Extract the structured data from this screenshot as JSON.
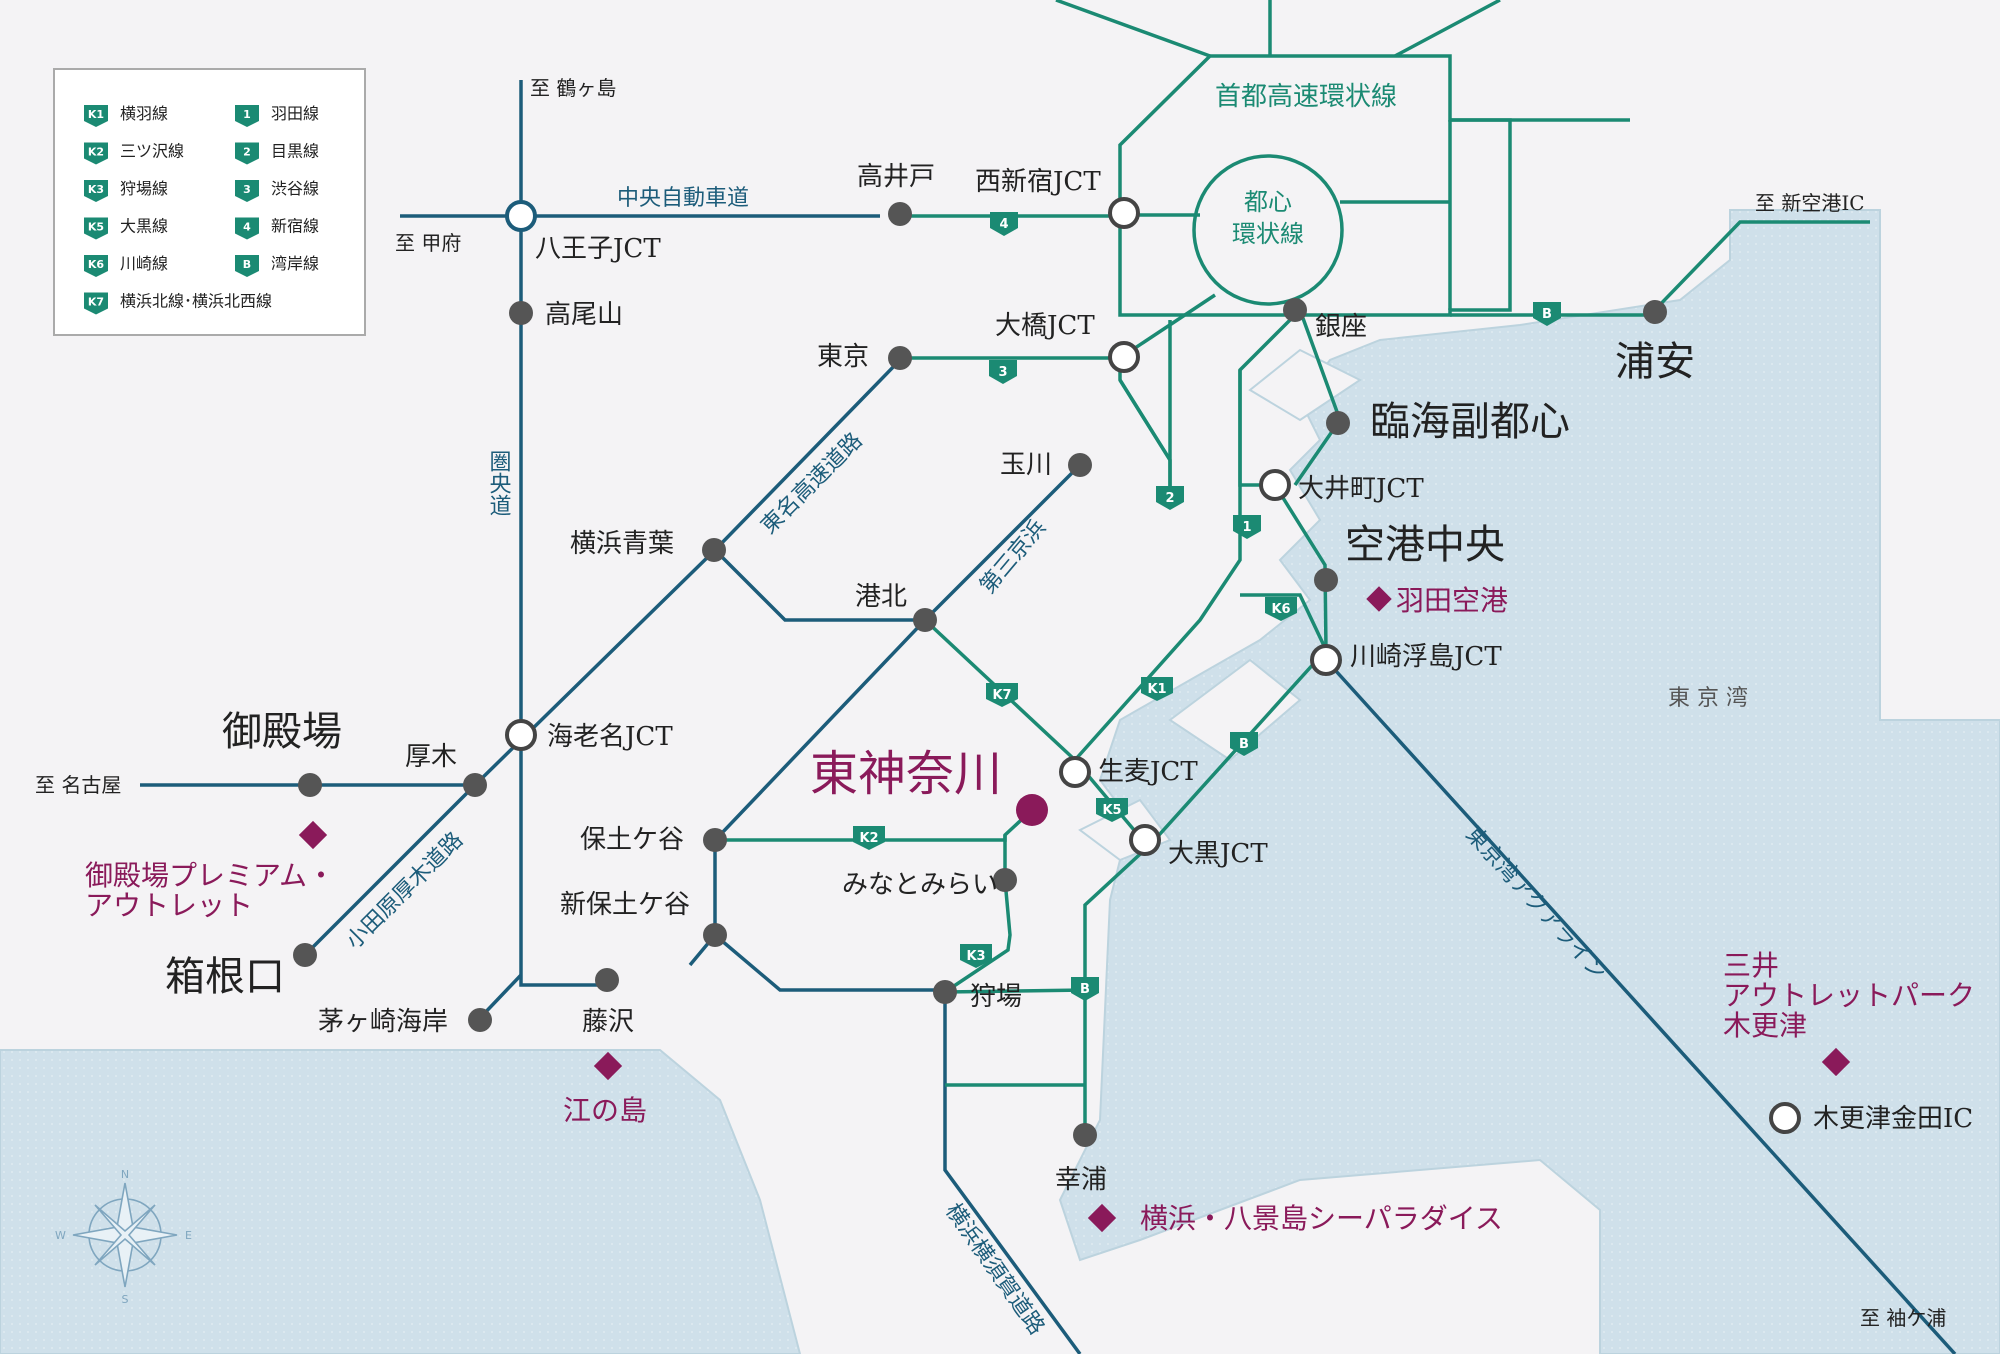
{
  "legend": {
    "items": [
      {
        "badge": "K1",
        "label": "横羽線"
      },
      {
        "badge": "K2",
        "label": "三ツ沢線"
      },
      {
        "badge": "K3",
        "label": "狩場線"
      },
      {
        "badge": "K5",
        "label": "大黒線"
      },
      {
        "badge": "K6",
        "label": "川崎線"
      },
      {
        "badge": "K7",
        "label": "横浜北線･横浜北西線"
      },
      {
        "badge": "1",
        "label": "羽田線"
      },
      {
        "badge": "2",
        "label": "目黒線"
      },
      {
        "badge": "3",
        "label": "渋谷線"
      },
      {
        "badge": "4",
        "label": "新宿線"
      },
      {
        "badge": "B",
        "label": "湾岸線"
      }
    ]
  },
  "directions": {
    "tsurugashima": "至 鶴ヶ島",
    "kofu": "至 甲府",
    "nagoya": "至 名古屋",
    "shinkuko": "至 新空港IC",
    "sodegaura": "至 袖ケ浦"
  },
  "roads": {
    "chuo": "中央自動車道",
    "kenodo": "圏央道",
    "tomei": "東名高速道路",
    "daisan_keihin": "第三京浜",
    "odawara_atsugi": "小田原厚木道路",
    "yokohama_yokosuka": "横浜横須賀道路",
    "aqualine": "東京湾アクアライン",
    "shuto_kanjo": "首都高速環状線",
    "toshin_kanjo_1": "都心",
    "toshin_kanjo_2": "環状線"
  },
  "places": {
    "hachioji_jct": "八王子JCT",
    "takaosan": "高尾山",
    "takaido": "高井戸",
    "nishishinjuku_jct": "西新宿JCT",
    "ohashi_jct": "大橋JCT",
    "tokyo": "東京",
    "ginza": "銀座",
    "urayasu": "浦安",
    "rinkai": "臨海副都心",
    "tamagawa": "玉川",
    "oimachi_jct": "大井町JCT",
    "kuko_chuo": "空港中央",
    "yokohama_aoba": "横浜青葉",
    "kohoku": "港北",
    "kawasaki_ukishima_jct": "川崎浮島JCT",
    "tokyo_bay": "東 京 湾",
    "gotemba": "御殿場",
    "atsugi": "厚木",
    "ebina_jct": "海老名JCT",
    "namamugi_jct": "生麦JCT",
    "daikoku_jct": "大黒JCT",
    "hodogaya": "保土ケ谷",
    "minatomirai": "みなとみらい",
    "shin_hodogaya": "新保土ケ谷",
    "hakoneguchi": "箱根口",
    "chigasaki": "茅ヶ崎海岸",
    "fujisawa": "藤沢",
    "kariba": "狩場",
    "sachiura": "幸浦",
    "kisarazu_ic": "木更津金田IC"
  },
  "spots": {
    "higashi_kanagawa": "東神奈川",
    "haneda": "羽田空港",
    "gotemba_outlet_1": "御殿場プレミアム・",
    "gotemba_outlet_2": "アウトレット",
    "enoshima": "江の島",
    "hakkeijima": "横浜・八景島シーパラダイス",
    "mitsui_1": "三井",
    "mitsui_2": "アウトレットパーク",
    "mitsui_3": "木更津"
  },
  "badges": {
    "b4": "4",
    "b3": "3",
    "b2": "2",
    "b1": "1",
    "bB1": "B",
    "bB2": "B",
    "bB3": "B",
    "bK6": "K6",
    "bK1": "K1",
    "bK7": "K7",
    "bK5": "K5",
    "bK2": "K2",
    "bK3": "K3"
  },
  "compass": {
    "n": "N",
    "s": "S",
    "e": "E",
    "w": "W"
  },
  "colors": {
    "expressway": "#1c5c7a",
    "shuto": "#1b8a73",
    "spot": "#8a1a5a",
    "sea": "#cfe0ea",
    "land": "#f4f3f5"
  }
}
